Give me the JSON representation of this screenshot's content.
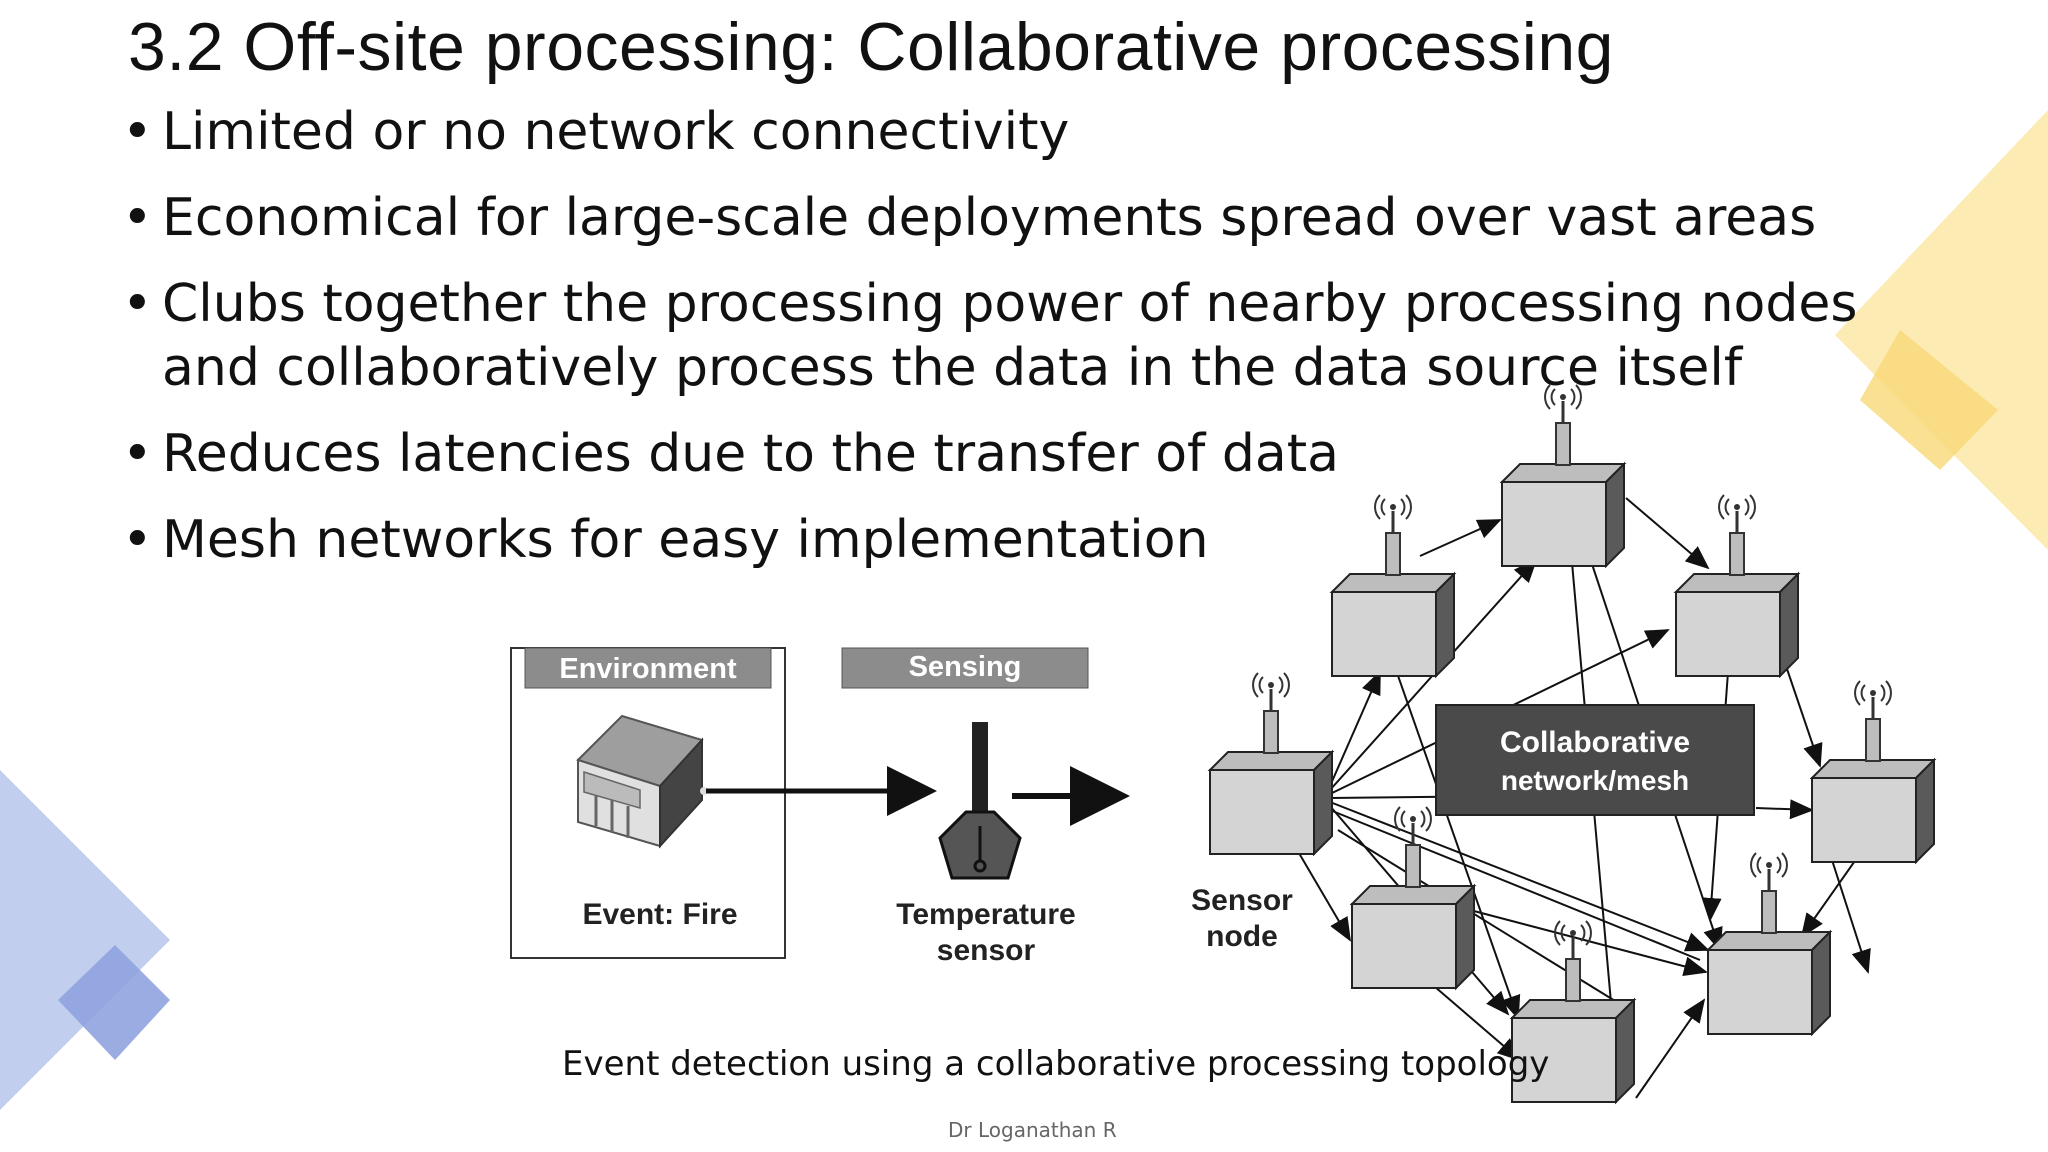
{
  "slide": {
    "title": "3.2 Off-site processing: Collaborative processing",
    "bullets": [
      "Limited or no network connectivity",
      "Economical for large-scale deployments spread over vast areas",
      "Clubs together the processing power of nearby processing nodes and collaboratively process the data in the data source itself",
      "Reduces latencies due to the transfer of data",
      "Mesh networks for easy implementation"
    ],
    "caption": "Event detection using a collaborative processing topology",
    "footer": "Dr Loganathan R"
  },
  "figure": {
    "environment_label": "Environment",
    "sensing_label": "Sensing",
    "event_label": "Event: Fire",
    "sensor_label_line1": "Temperature",
    "sensor_label_line2": "sensor",
    "mesh_label_line1": "Collaborative",
    "mesh_label_line2": "network/mesh",
    "node_label_line1": "Sensor",
    "node_label_line2": "node"
  },
  "colors": {
    "deco_blue": "#aebde8",
    "deco_blue_dark": "#8fa3de",
    "deco_yellow": "#fbe8a6",
    "deco_yellow_dark": "#f8d878",
    "label_bar": "#8c8c8c",
    "mesh_box": "#4a4a4a",
    "node_face": "#d4d4d4",
    "node_side": "#5a5a5a"
  },
  "icons": [
    "building-icon",
    "thermometer-icon",
    "antenna-icon"
  ]
}
